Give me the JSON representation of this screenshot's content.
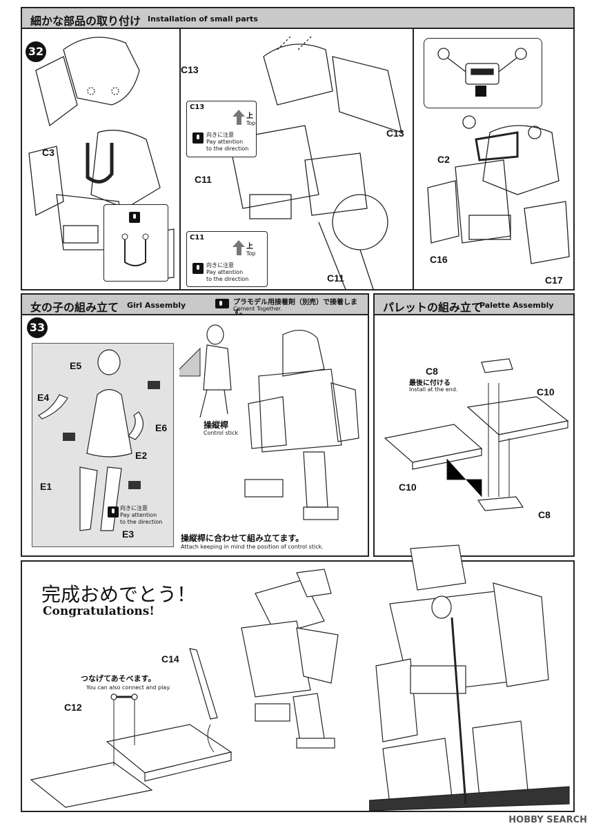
{
  "section1": {
    "title_jp": "細かな部品の取り付け",
    "title_en": "Installation of small parts",
    "step": "32",
    "parts": {
      "c3": "C3",
      "c13_a": "C13",
      "c13_b": "C13",
      "c13_note": "C13",
      "c11_a": "C11",
      "c11_b": "C11",
      "c11_note": "C11",
      "c2": "C2",
      "c16": "C16",
      "c17": "C17"
    },
    "notes": {
      "up_jp": "上",
      "up_en": "Top",
      "direction_jp": "向きに注意",
      "direction_en1": "Pay attention",
      "direction_en2": "to the direction"
    }
  },
  "section2": {
    "title_jp": "女の子の組み立て",
    "title_en": "Girl Assembly",
    "cement_jp": "プラモデル用接着剤（別売）で接着します。",
    "cement_en": "Cement Together.",
    "step": "33",
    "parts": {
      "e5": "E5",
      "e4": "E4",
      "e6": "E6",
      "e2": "E2",
      "e1": "E1",
      "e3": "E3"
    },
    "direction_jp": "向きに注意",
    "direction_en1": "Pay attention",
    "direction_en2": "to the direction",
    "control_jp": "操縦桿",
    "control_en": "Control stick",
    "assemble_jp": "操縦桿に合わせて組み立てます。",
    "assemble_en": "Attach keeping in mind the position of control stick."
  },
  "section3": {
    "title_jp": "パレットの組み立て",
    "title_en": "Palette Assembly",
    "parts": {
      "c8_top": "C8",
      "c10_right": "C10",
      "c10_left": "C10",
      "c8_bottom": "C8"
    },
    "install_jp": "最後に付ける",
    "install_en": "Install at the end."
  },
  "section4": {
    "congrats_jp": "完成おめでとう！",
    "congrats_en": "Congratulations!",
    "parts": {
      "c14": "C14",
      "c12": "C12"
    },
    "connect_jp": "つなげてあそべます。",
    "connect_en": "You can also connect and play."
  },
  "watermark": "HOBBY SEARCH"
}
